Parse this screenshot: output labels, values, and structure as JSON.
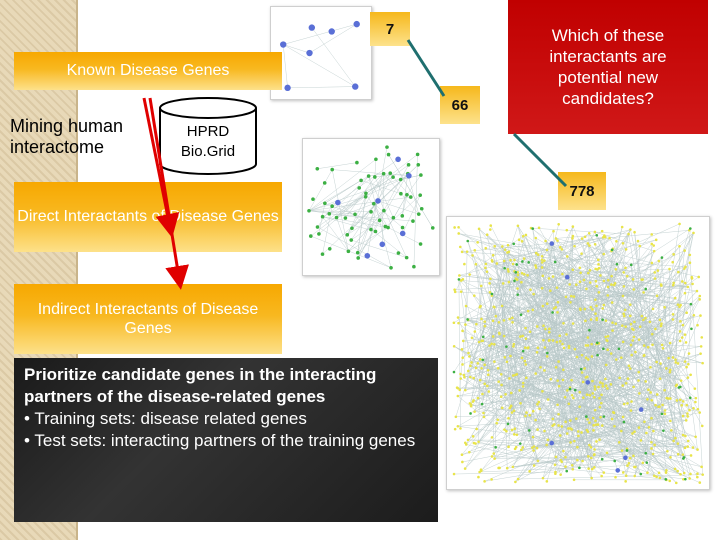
{
  "labels": {
    "known_disease_genes": "Known Disease Genes",
    "mining": "Mining human interactome",
    "db_line1": "HPRD",
    "db_line2": "Bio.Grid",
    "direct": "Direct Interactants of Disease Genes",
    "indirect": "Indirect Interactants of Disease Genes",
    "question": "Which of these interactants are potential new candidates?"
  },
  "counts": {
    "first": "7",
    "second": "66",
    "third": "778"
  },
  "summary": {
    "heading": "Prioritize candidate genes in the interacting partners of the disease-related genes",
    "bullet1": "• Training sets: disease related genes",
    "bullet2": "• Test sets: interacting partners of the training genes"
  },
  "colors": {
    "orange": "#f7a800",
    "red": "#c00000",
    "arrow": "#e00000",
    "connector": "#1f6f6f",
    "node_disease": "#5a6fd6",
    "node_direct": "#3cb043",
    "node_indirect": "#e8e44a"
  },
  "networks": {
    "small": {
      "disease_nodes": 7,
      "direct_nodes": 0,
      "indirect_nodes": 0
    },
    "medium": {
      "disease_nodes": 7,
      "direct_nodes": 66,
      "indirect_nodes": 0
    },
    "large": {
      "disease_nodes": 7,
      "direct_nodes": 66,
      "indirect_nodes": 778
    }
  }
}
